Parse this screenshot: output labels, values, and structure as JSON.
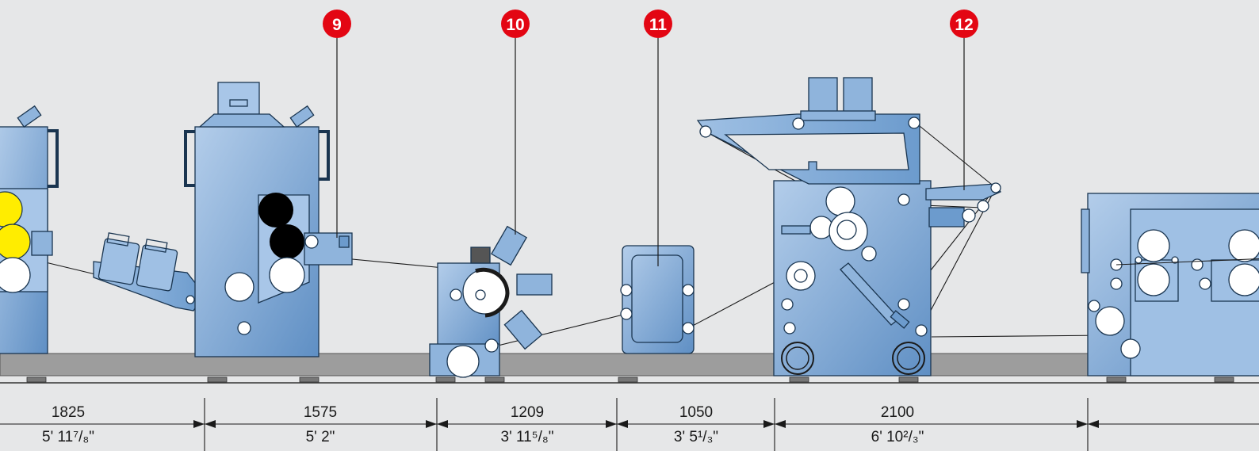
{
  "callouts": [
    {
      "label": "9"
    },
    {
      "label": "10"
    },
    {
      "label": "11"
    },
    {
      "label": "12"
    }
  ],
  "dimensions": [
    {
      "mm": "1825",
      "imperial": "5' 11⁷/₈\""
    },
    {
      "mm": "1575",
      "imperial": "5' 2\""
    },
    {
      "mm": "1209",
      "imperial": "3' 11⁵/₈\""
    },
    {
      "mm": "1050",
      "imperial": "3' 5¹/₃\""
    },
    {
      "mm": "2100",
      "imperial": "6' 10²/₃\""
    }
  ],
  "colors": {
    "background": "#e6e7e8",
    "machine_blue": "#8fb4dc",
    "machine_blue_dark": "#5f8fc4",
    "base_gray": "#9d9d9d",
    "callout_red": "#e30613",
    "ink_yellow": "#ffed00",
    "ink_black": "#000000"
  }
}
